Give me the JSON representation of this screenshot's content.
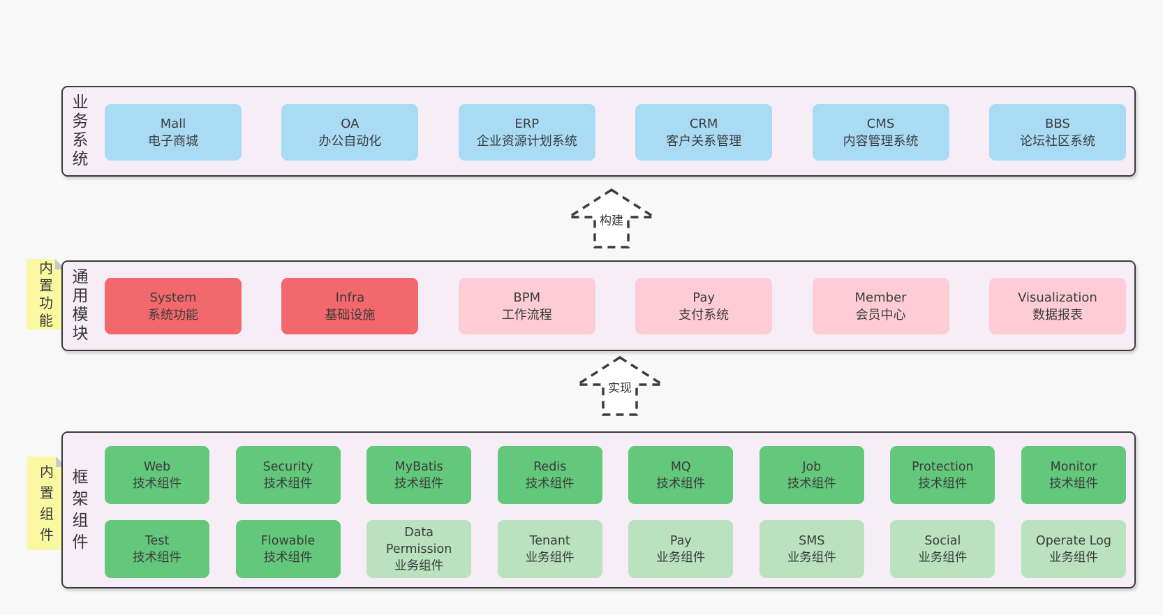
{
  "arrows": {
    "build_label": "构建",
    "implement_label": "实现"
  },
  "colors": {
    "page_background": "#f8f8f8",
    "band_background": "#f7edf6",
    "band_border": "#3a3a3a",
    "business_box": "#a9dbf5",
    "core_module_box": "#f2686c",
    "optional_module_box": "#fdccd5",
    "tech_component_box": "#63c87b",
    "biz_component_box": "#bae2bf",
    "sticky_note": "#fbf8a2",
    "text": "#3b3b3b"
  },
  "bands": {
    "business": {
      "label": "业务系统",
      "boxes": [
        {
          "name": "Mall",
          "desc": "电子商城"
        },
        {
          "name": "OA",
          "desc": "办公自动化"
        },
        {
          "name": "ERP",
          "desc": "企业资源计划系统"
        },
        {
          "name": "CRM",
          "desc": "客户关系管理"
        },
        {
          "name": "CMS",
          "desc": "内容管理系统"
        },
        {
          "name": "BBS",
          "desc": "论坛社区系统"
        }
      ]
    },
    "common": {
      "label": "通用模块",
      "note": "内置功能",
      "boxes": [
        {
          "name": "System",
          "desc": "系统功能"
        },
        {
          "name": "Infra",
          "desc": "基础设施"
        },
        {
          "name": "BPM",
          "desc": "工作流程"
        },
        {
          "name": "Pay",
          "desc": "支付系统"
        },
        {
          "name": "Member",
          "desc": "会员中心"
        },
        {
          "name": "Visualization",
          "desc": "数据报表"
        }
      ]
    },
    "framework": {
      "label": "框架组件",
      "note": "内置组件",
      "row1": [
        {
          "name": "Web",
          "desc": "技术组件"
        },
        {
          "name": "Security",
          "desc": "技术组件"
        },
        {
          "name": "MyBatis",
          "desc": "技术组件"
        },
        {
          "name": "Redis",
          "desc": "技术组件"
        },
        {
          "name": "MQ",
          "desc": "技术组件"
        },
        {
          "name": "Job",
          "desc": "技术组件"
        },
        {
          "name": "Protection",
          "desc": "技术组件"
        },
        {
          "name": "Monitor",
          "desc": "技术组件"
        }
      ],
      "row2": [
        {
          "name": "Test",
          "desc": "技术组件"
        },
        {
          "name": "Flowable",
          "desc": "技术组件"
        },
        {
          "name": "Data Permission",
          "desc": "业务组件"
        },
        {
          "name": "Tenant",
          "desc": "业务组件"
        },
        {
          "name": "Pay",
          "desc": "业务组件"
        },
        {
          "name": "SMS",
          "desc": "业务组件"
        },
        {
          "name": "Social",
          "desc": "业务组件"
        },
        {
          "name": "Operate Log",
          "desc": "业务组件"
        }
      ]
    }
  }
}
